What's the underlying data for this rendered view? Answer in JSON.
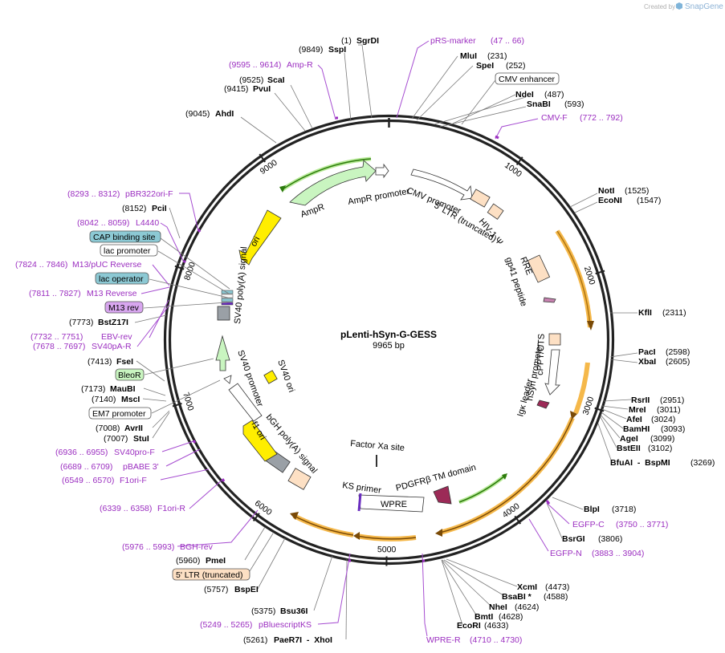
{
  "watermark": {
    "created_by": "Created by",
    "brand": "SnapGene"
  },
  "plasmid": {
    "name": "pLenti-hSyn-G-GESS",
    "size": "9965 bp"
  },
  "ticks": [
    {
      "label": "1000",
      "bp": 1000
    },
    {
      "label": "2000",
      "bp": 2000
    },
    {
      "label": "3000",
      "bp": 3000
    },
    {
      "label": "4000",
      "bp": 4000
    },
    {
      "label": "5000",
      "bp": 5000
    },
    {
      "label": "6000",
      "bp": 6000
    },
    {
      "label": "7000",
      "bp": 7000
    },
    {
      "label": "8000",
      "bp": 8000
    },
    {
      "label": "9000",
      "bp": 9000
    }
  ],
  "enzymes": [
    {
      "name": "SgrDI",
      "pos": "(1)"
    },
    {
      "name": "SspI",
      "pos": "(9849)"
    },
    {
      "name": "ScaI",
      "pos": "(9525)"
    },
    {
      "name": "PvuI",
      "pos": "(9415)"
    },
    {
      "name": "AhdI",
      "pos": "(9045)"
    },
    {
      "name": "MluI",
      "pos": "(231)"
    },
    {
      "name": "SpeI",
      "pos": "(252)"
    },
    {
      "name": "NdeI",
      "pos": "(487)"
    },
    {
      "name": "SnaBI",
      "pos": "(593)"
    },
    {
      "name": "NotI",
      "pos": "(1525)"
    },
    {
      "name": "EcoNI",
      "pos": "(1547)"
    },
    {
      "name": "KflI",
      "pos": "(2311)"
    },
    {
      "name": "PacI",
      "pos": "(2598)"
    },
    {
      "name": "XbaI",
      "pos": "(2605)"
    },
    {
      "name": "RsrII",
      "pos": "(2951)"
    },
    {
      "name": "MreI",
      "pos": "(3011)"
    },
    {
      "name": "AfeI",
      "pos": "(3024)"
    },
    {
      "name": "BamHI",
      "pos": "(3093)"
    },
    {
      "name": "AgeI",
      "pos": "(3099)"
    },
    {
      "name": "BstEII",
      "pos": "(3102)"
    },
    {
      "name": "BfuAI  -  BspMI",
      "pos": "(3269)"
    },
    {
      "name": "BlpI",
      "pos": "(3718)"
    },
    {
      "name": "BsrGI",
      "pos": "(3806)"
    },
    {
      "name": "XcmI",
      "pos": "(4473)"
    },
    {
      "name": "BsaBI *",
      "pos": "(4588)"
    },
    {
      "name": "NheI",
      "pos": "(4624)"
    },
    {
      "name": "BmtI",
      "pos": "(4628)"
    },
    {
      "name": "EcoRI",
      "pos": "(4633)"
    },
    {
      "name": "PaeR7I  -  XhoI",
      "pos": "(5261)"
    },
    {
      "name": "Bsu36I",
      "pos": "(5375)"
    },
    {
      "name": "BspEI",
      "pos": "(5757)"
    },
    {
      "name": "PmeI",
      "pos": "(5960)"
    },
    {
      "name": "StuI",
      "pos": "(7007)"
    },
    {
      "name": "AvrII",
      "pos": "(7008)"
    },
    {
      "name": "MscI",
      "pos": "(7140)"
    },
    {
      "name": "MauBI",
      "pos": "(7173)"
    },
    {
      "name": "FseI",
      "pos": "(7413)"
    },
    {
      "name": "BstZ17I",
      "pos": "(7773)"
    },
    {
      "name": "PciI",
      "pos": "(8152)"
    }
  ],
  "primers": [
    {
      "name": "pRS-marker",
      "range": "(47 .. 66)"
    },
    {
      "name": "Amp-R",
      "range": "(9595 .. 9614)"
    },
    {
      "name": "CMV-F",
      "range": "(772 .. 792)"
    },
    {
      "name": "pBR322ori-F",
      "range": "(8293 .. 8312)"
    },
    {
      "name": "L4440",
      "range": "(8042 .. 8059)"
    },
    {
      "name": "M13/pUC Reverse",
      "range": "(7824 .. 7846)"
    },
    {
      "name": "M13 Reverse",
      "range": "(7811 .. 7827)"
    },
    {
      "name": "EBV-rev",
      "range": "(7732 .. 7751)"
    },
    {
      "name": "SV40pA-R",
      "range": "(7678 .. 7697)"
    },
    {
      "name": "SV40pro-F",
      "range": "(6936 .. 6955)"
    },
    {
      "name": "pBABE 3'",
      "range": "(6689 .. 6709)"
    },
    {
      "name": "F1ori-F",
      "range": "(6549 .. 6570)"
    },
    {
      "name": "F1ori-R",
      "range": "(6339 .. 6358)"
    },
    {
      "name": "BGH-rev",
      "range": "(5976 .. 5993)"
    },
    {
      "name": "pBluescriptKS",
      "range": "(5249 .. 5265)"
    },
    {
      "name": "WPRE-R",
      "range": "(4710 .. 4730)"
    },
    {
      "name": "EGFP-C",
      "range": "(3750 .. 3771)"
    },
    {
      "name": "EGFP-N",
      "range": "(3883 .. 3904)"
    }
  ],
  "boxed_labels": [
    {
      "text": "CMV enhancer",
      "kind": "outline"
    },
    {
      "text": "CAP binding site",
      "kind": "teal"
    },
    {
      "text": "lac promoter",
      "kind": "outline"
    },
    {
      "text": "lac operator",
      "kind": "teal"
    },
    {
      "text": "M13 rev",
      "kind": "purple"
    },
    {
      "text": "BleoR",
      "kind": "green"
    },
    {
      "text": "EM7 promoter",
      "kind": "outline"
    },
    {
      "text": "5' LTR (truncated)",
      "kind": "peach"
    }
  ],
  "inner_features": [
    "AmpR",
    "AmpR promoter",
    "ori",
    "SV40 poly(A) signal",
    "CMV promoter",
    "5' LTR (truncated)",
    "HIV-1 Ψ",
    "RRE",
    "gp41 peptide",
    "cPPT/CTS",
    "hSyn promoter",
    "Igκ leader",
    "SV40 ori",
    "SV40 promoter",
    "f1 ori",
    "bGH poly(A) signal",
    "Factor Xa site",
    "KS primer",
    "PDGFRβ TM domain",
    "WPRE"
  ],
  "colors": {
    "backbone": "#222222",
    "enzyme_leader": "#7a7a7a",
    "primer": "#9b2ec0",
    "orange_feature": "#f5b84a",
    "green_feature": "#c9f5c0",
    "peach_feature": "#fde0c4",
    "teal_box": "#8cc9d4",
    "purple_box": "#d8a6ef",
    "gray_feature": "#9aa0a6",
    "yellow_feature": "#ffee00",
    "maroon_feature": "#9c2a57"
  }
}
